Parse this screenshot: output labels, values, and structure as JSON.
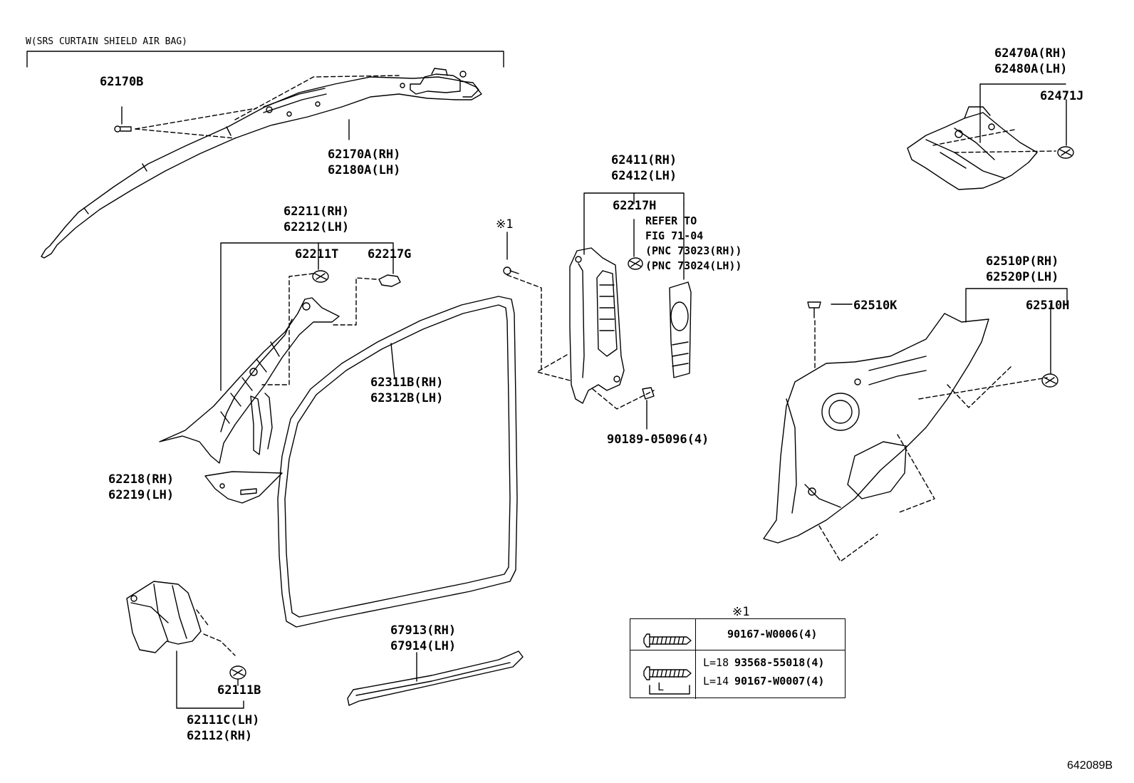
{
  "header_note": "W(SRS CURTAIN SHIELD AIR BAG)",
  "figure_id": "642089B",
  "labels": {
    "p62170B": "62170B",
    "p62170A": [
      "62170A(RH)",
      "62180A(LH)"
    ],
    "p62211": [
      "62211(RH)",
      "62212(LH)"
    ],
    "p62211T": "62211T",
    "p62217G": "62217G",
    "p62218": [
      "62218(RH)",
      "62219(LH)"
    ],
    "p62311B": [
      "62311B(RH)",
      "62312B(LH)"
    ],
    "p62111B": "62111B",
    "p62111C": [
      "62111C(LH)",
      "62112(RH)"
    ],
    "p67913": [
      "67913(RH)",
      "67914(LH)"
    ],
    "p62411": [
      "62411(RH)",
      "62412(LH)"
    ],
    "p62217H": "62217H",
    "refer": [
      "REFER TO",
      "FIG 71-04",
      "(PNC 73023(RH))",
      "(PNC 73024(LH))"
    ],
    "p90189": "90189-05096(4)",
    "p62470A": [
      "62470A(RH)",
      "62480A(LH)"
    ],
    "p62471J": "62471J",
    "p62510P": [
      "62510P(RH)",
      "62520P(LH)"
    ],
    "p62510K": "62510K",
    "p62510H": "62510H",
    "mark1": "※1"
  },
  "table": {
    "title": "※1",
    "row1": "90167-W0006(4)",
    "row2a_len": "L=18",
    "row2a_part": "93568-55018(4)",
    "row2b_len": "L=14",
    "row2b_part": "90167-W0007(4)",
    "screw_len_label": "L"
  }
}
